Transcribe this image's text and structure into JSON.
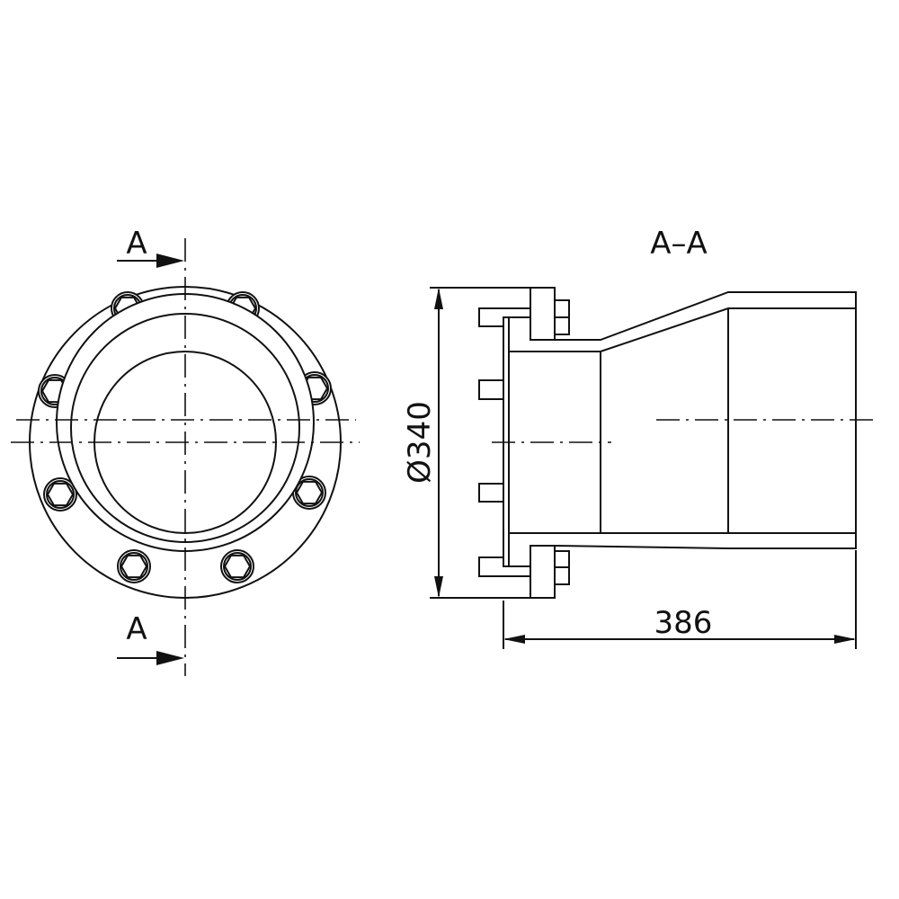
{
  "front_view": {
    "section_label_top": "A",
    "section_label_bottom": "A"
  },
  "section_view": {
    "title": "A–A",
    "diameter_dimension": "Ø340",
    "length_dimension": "386"
  },
  "colors": {
    "line": "#111111",
    "background": "#ffffff"
  }
}
